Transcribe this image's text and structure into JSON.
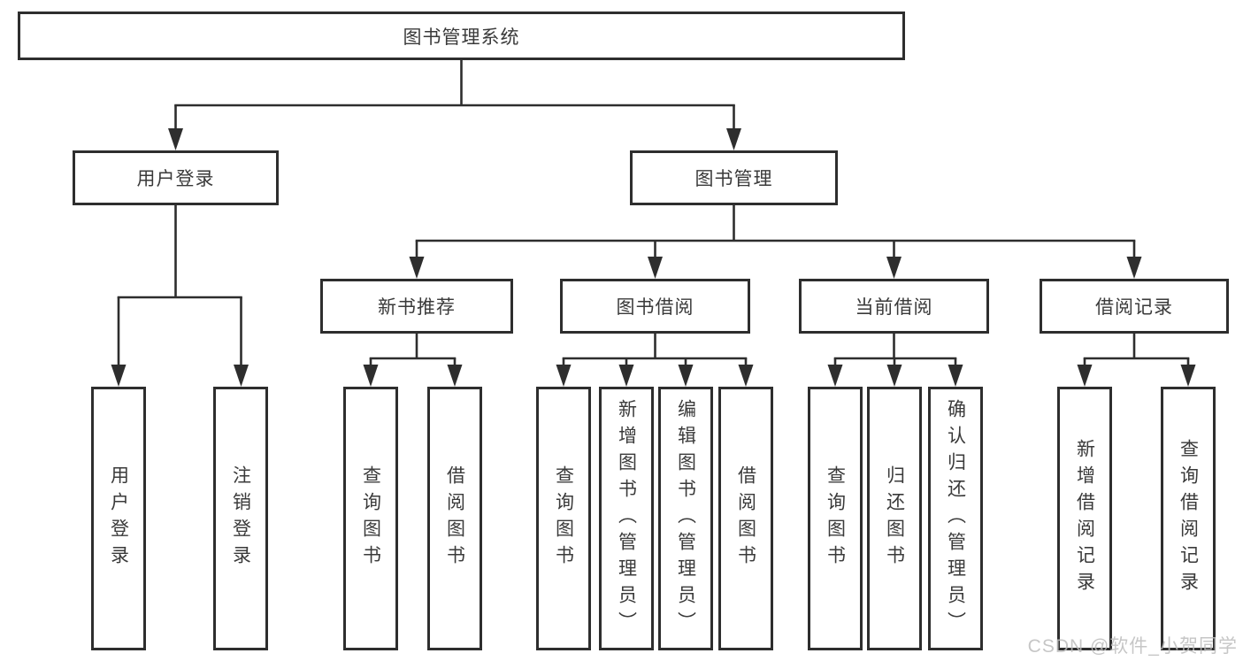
{
  "diagram": {
    "title": "图书管理系统",
    "watermark": "CSDN @软件_小贺同学",
    "level2": [
      {
        "id": "user-login",
        "label": "用户登录"
      },
      {
        "id": "book-management",
        "label": "图书管理"
      }
    ],
    "level3": [
      {
        "id": "new-book-recommend",
        "label": "新书推荐"
      },
      {
        "id": "book-borrowing",
        "label": "图书借阅"
      },
      {
        "id": "current-borrowing",
        "label": "当前借阅"
      },
      {
        "id": "borrowing-records",
        "label": "借阅记录"
      }
    ],
    "leaves": [
      {
        "id": "user-login-leaf",
        "label": "用户登录"
      },
      {
        "id": "logout-leaf",
        "label": "注销登录"
      },
      {
        "id": "query-books-recommend",
        "label": "查询图书"
      },
      {
        "id": "borrow-books-recommend",
        "label": "借阅图书"
      },
      {
        "id": "query-books-borrowing",
        "label": "查询图书"
      },
      {
        "id": "add-books-admin",
        "label": "新增图书（管理员）"
      },
      {
        "id": "edit-books-admin",
        "label": "编辑图书（管理员）"
      },
      {
        "id": "borrow-books-borrowing",
        "label": "借阅图书"
      },
      {
        "id": "query-books-current",
        "label": "查询图书"
      },
      {
        "id": "return-books",
        "label": "归还图书"
      },
      {
        "id": "confirm-return-admin",
        "label": "确认归还（管理员）"
      },
      {
        "id": "add-borrow-record",
        "label": "新增借阅记录"
      },
      {
        "id": "query-borrow-record",
        "label": "查询借阅记录"
      }
    ]
  }
}
